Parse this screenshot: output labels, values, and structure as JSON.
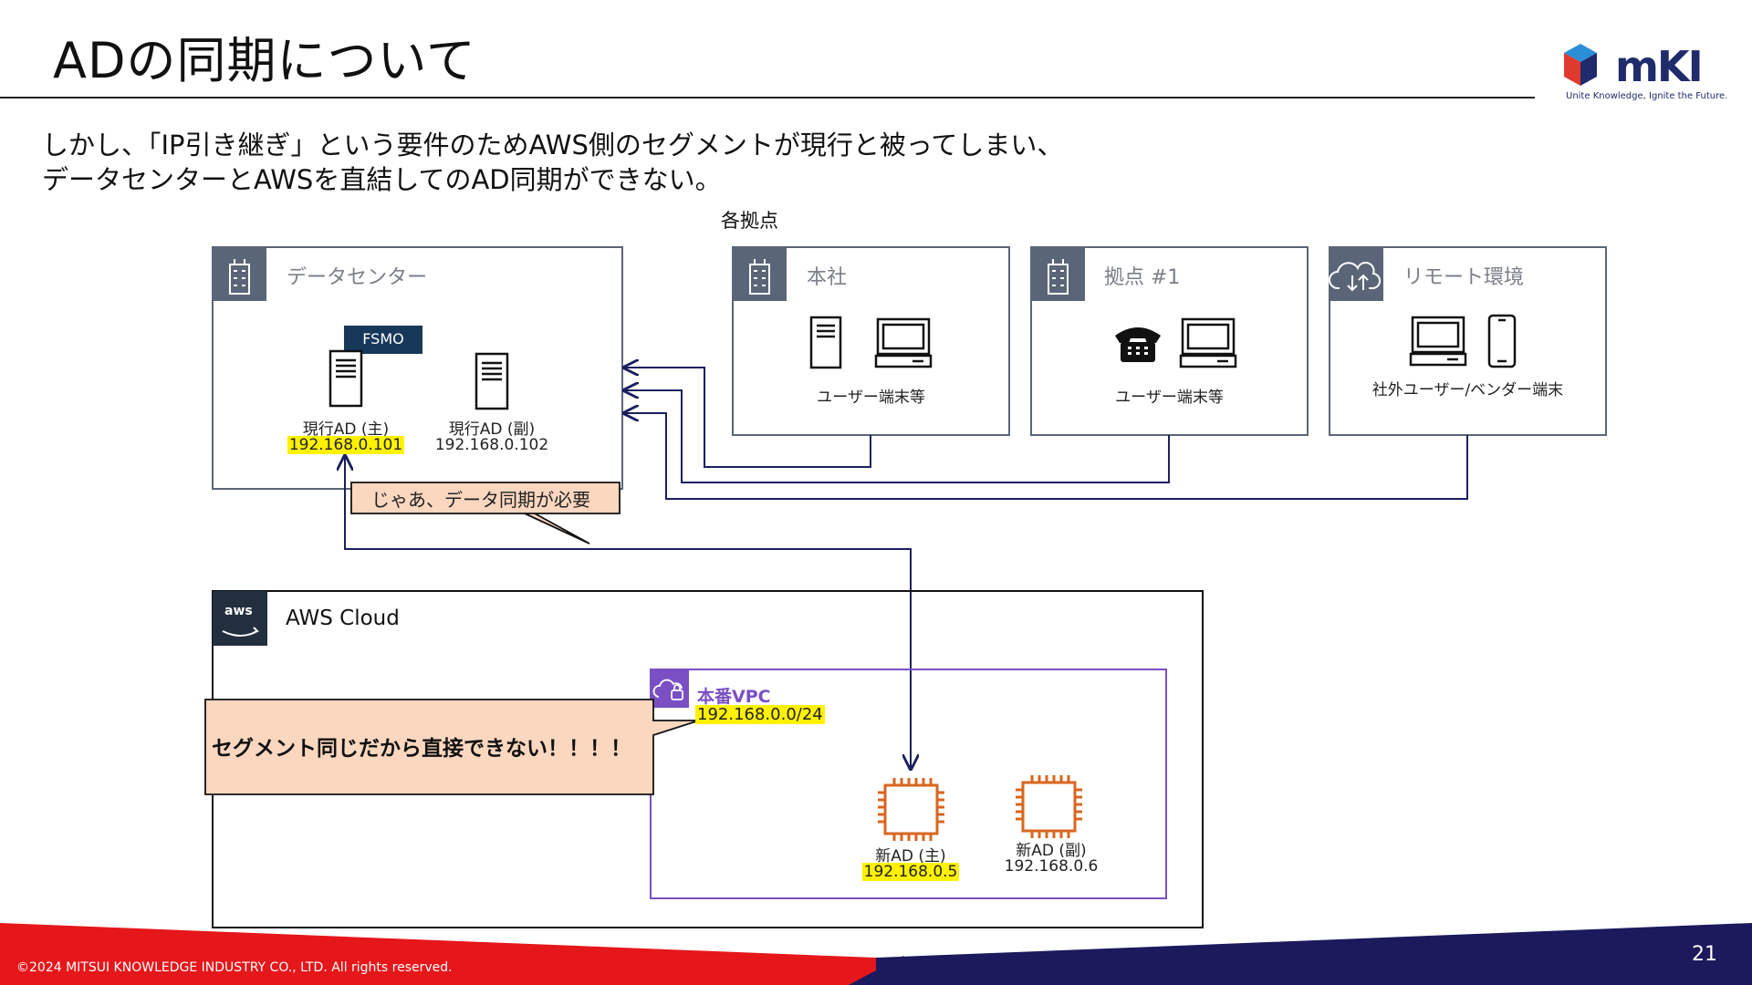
{
  "slide": {
    "title": "ADの同期について",
    "line1": "しかし、「IP引き継ぎ」という要件のためAWS側のセグメントが現行と被ってしまい、",
    "line2": "データセンターとAWSを直結してのAD同期ができない。",
    "footer": "©2024 MITSUI KNOWLEDGE INDUSTRY CO., LTD. All rights reserved.",
    "page_number": "21"
  },
  "logo": {
    "word": "mKI",
    "tagline": "Unite Knowledge, Ignite the Future.",
    "colors": [
      "#e03a2f",
      "#1f2b6b",
      "#2a8fd6"
    ]
  },
  "diagram": {
    "sites_label": "各拠点",
    "datacenter": {
      "title": "データセンター",
      "fsmo": "FSMO",
      "ad_primary": {
        "name": "現行AD (主)",
        "ip": "192.168.0.101"
      },
      "ad_secondary": {
        "name": "現行AD (副)",
        "ip": "192.168.0.102"
      }
    },
    "hq": {
      "title": "本社",
      "caption": "ユーザー端末等"
    },
    "site1": {
      "title": "拠点 #1",
      "caption": "ユーザー端末等"
    },
    "remote": {
      "title": "リモート環境",
      "caption": "社外ユーザー/ベンダー端末"
    },
    "callout1": "じゃあ、データ同期が必要",
    "aws": {
      "title": "AWS Cloud",
      "vpc_title": "本番VPC",
      "vpc_cidr": "192.168.0.0/24",
      "new_primary": {
        "name": "新AD (主)",
        "ip": "192.168.0.5"
      },
      "new_secondary": {
        "name": "新AD (副)",
        "ip": "192.168.0.6"
      }
    },
    "callout2": "セグメント同じだから直接できない！！！！",
    "colors": {
      "line": "#1b1f5e",
      "group_border": "#5a6677",
      "group_icon_bg": "#5a6677",
      "vpc_border": "#7a4fc4",
      "ec2": "#d9661f",
      "callout_fill": "#fbd7c0",
      "highlight": "#fff200",
      "fsmo_bg": "#17385a"
    }
  }
}
